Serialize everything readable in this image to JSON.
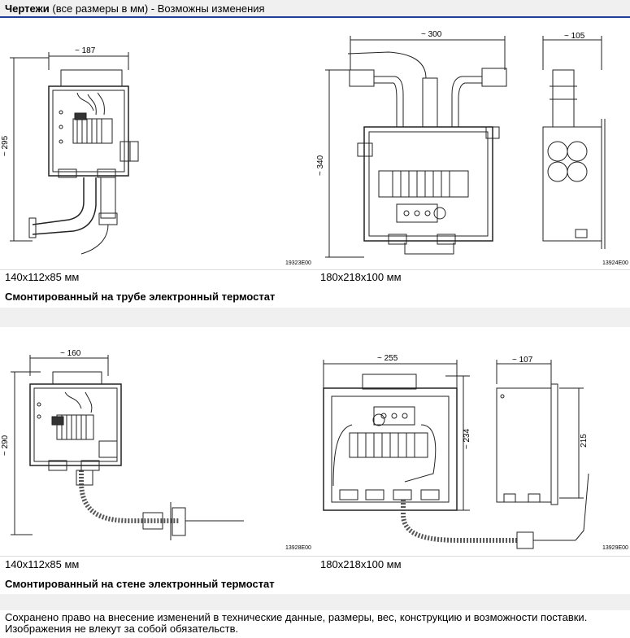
{
  "header": {
    "title_bold": "Чертежи",
    "title_rest": " (все размеры в мм) - Возможны изменения"
  },
  "row1": {
    "left": {
      "dims": {
        "width": "~ 187",
        "height": "~ 295"
      },
      "code": "19323E00",
      "size": "140x112x85 мм"
    },
    "right": {
      "dims": {
        "width": "~ 300",
        "depth": "~ 105",
        "height": "~ 340"
      },
      "code": "13924E00",
      "size": "180x218x100 мм"
    },
    "caption": "Смонтированный на трубе электронный термостат"
  },
  "row2": {
    "left": {
      "dims": {
        "width": "~ 160",
        "height": "~ 290"
      },
      "code": "13928E00",
      "size": "140x112x85 мм"
    },
    "right": {
      "dims": {
        "width": "~ 255",
        "depth": "~ 107",
        "height": "~ 234",
        "height2": "215"
      },
      "code": "13929E00",
      "size": "180x218x100 мм"
    },
    "caption": "Смонтированный на стене электронный термостат"
  },
  "notice": {
    "line1": "Сохранено право на внесение изменений в технические данные, размеры, вес, конструкцию и возможности поставки.",
    "line2": "Изображения не влекут за собой обязательств."
  },
  "colors": {
    "accent": "#1f3f9b",
    "band": "#f0f0f0"
  }
}
